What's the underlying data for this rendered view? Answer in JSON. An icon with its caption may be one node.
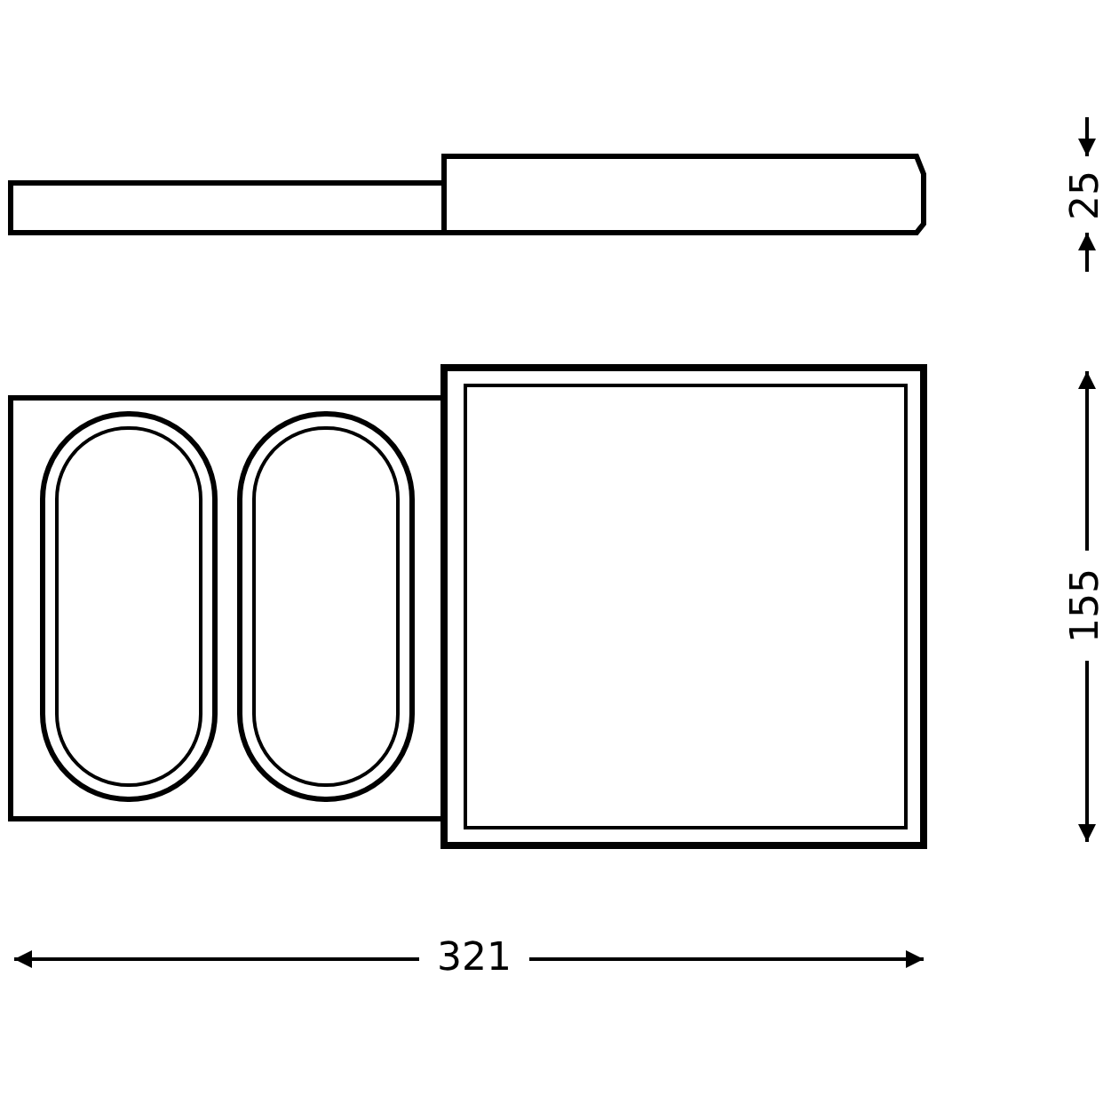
{
  "diagram": {
    "labels": [
      "25",
      "155",
      "321"
    ]
  }
}
